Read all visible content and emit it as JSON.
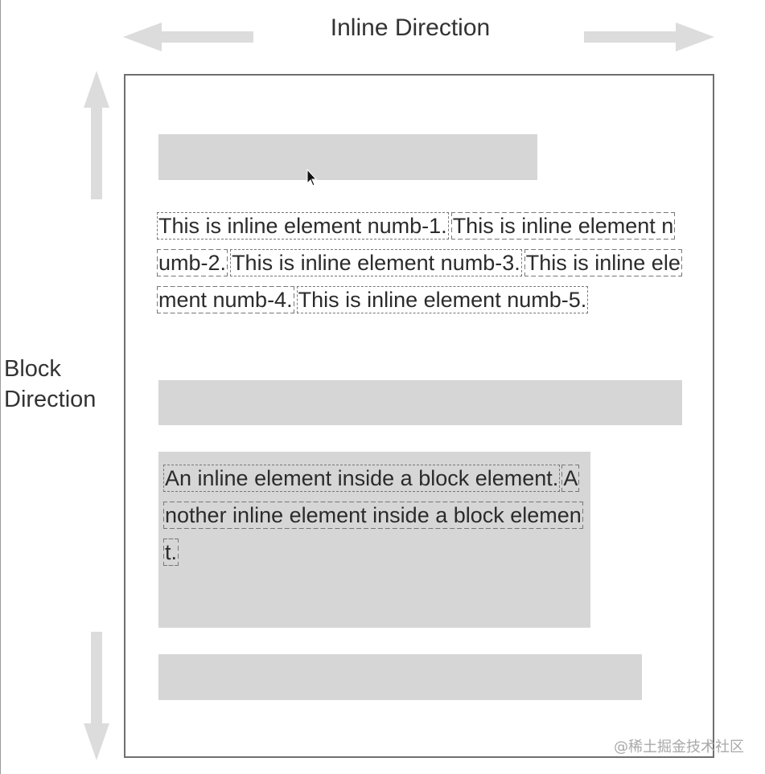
{
  "diagram": {
    "inline_direction_label": "Inline Direction",
    "block_direction_label": [
      "Block",
      "Direction"
    ],
    "inline_elements": [
      "This is inline element numb-1.",
      "This is inline element numb-2.",
      "This is inline element numb-3.",
      "This is inline element numb-4.",
      "This is inline element numb-5."
    ],
    "block_inline_elements": [
      "An inline element inside a block element.",
      "Another inline element inside a block element."
    ],
    "watermark": "@稀土掘金技术社区"
  },
  "colors": {
    "arrow": "#dcdcdc",
    "block_fill": "#d6d6d6",
    "frame_border": "#6f6f6f",
    "text": "#2b2b2b"
  },
  "icons": {
    "cursor": "mouse-pointer-icon",
    "arrows": [
      "arrow-left-icon",
      "arrow-right-icon",
      "arrow-up-icon",
      "arrow-down-icon"
    ]
  }
}
